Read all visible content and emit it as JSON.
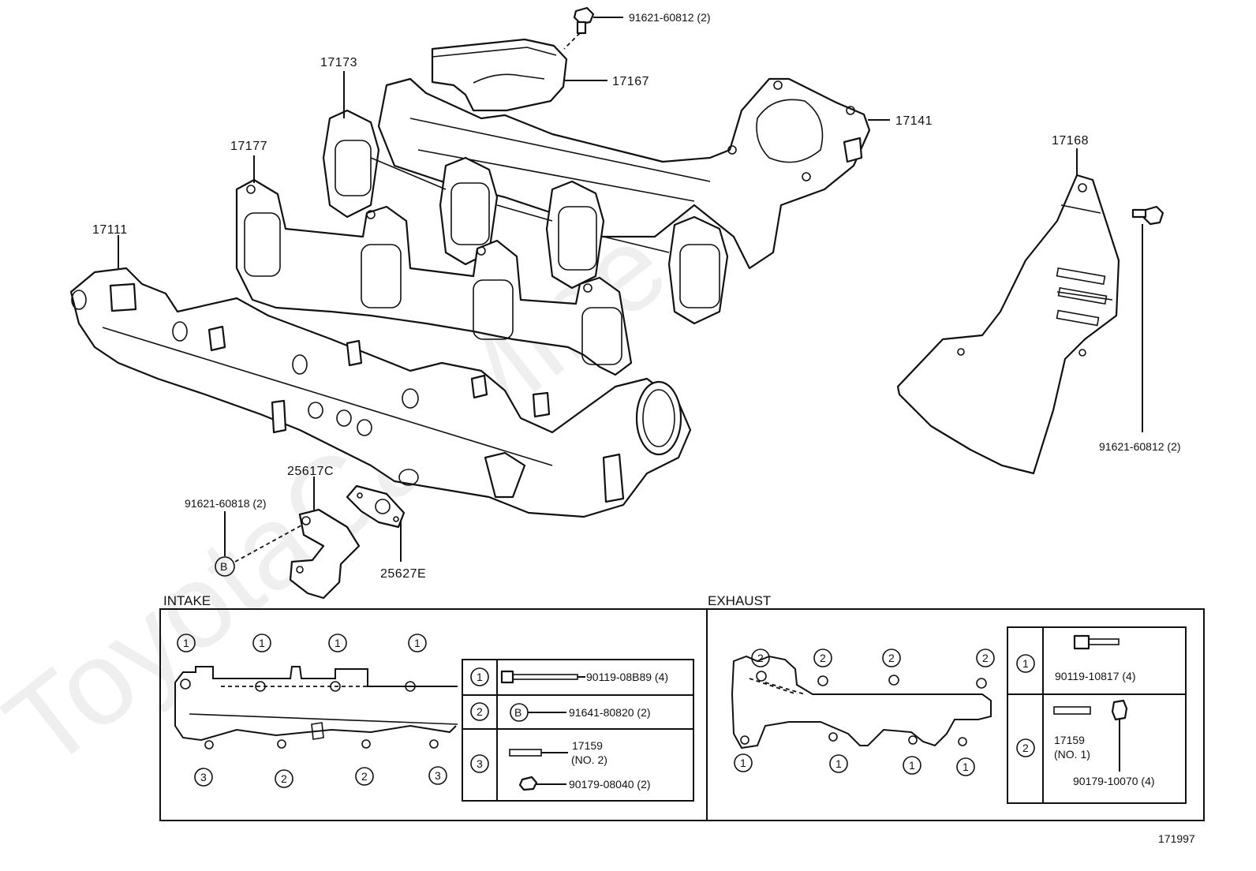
{
  "diagram_number": "171997",
  "watermark": "ToyotaCarMine.ru",
  "callouts": {
    "bolt_top": "91621-60812 (2)",
    "heat_insulator_top": "17167",
    "gasket_manifold_17173": "17173",
    "exhaust_manifold": "17141",
    "gasket_17177": "17177",
    "heat_insulator_right": "17168",
    "intake_manifold": "17111",
    "bolt_right": "91621-60812 (2)",
    "bracket": "25617C",
    "bolt_bracket": "91621-60818 (2)",
    "gasket_25627E": "25627E"
  },
  "markers": {
    "b": "B"
  },
  "intake": {
    "title": "INTAKE",
    "positions_top": [
      "1",
      "1",
      "1",
      "1"
    ],
    "positions_bottom": [
      "3",
      "2",
      "2",
      "3"
    ],
    "legend": [
      {
        "num": "1",
        "part": "90119-08B89 (4)"
      },
      {
        "num": "2",
        "marker": "B",
        "part": "91641-80820 (2)"
      },
      {
        "num": "3",
        "part_a": "17159",
        "part_a_note": "(NO. 2)",
        "part_b": "90179-08040 (2)"
      }
    ]
  },
  "exhaust": {
    "title": "EXHAUST",
    "positions_top": [
      "2",
      "2",
      "2",
      "2"
    ],
    "positions_bottom": [
      "1",
      "1",
      "1",
      "1"
    ],
    "legend": [
      {
        "num": "1",
        "part": "90119-10817 (4)"
      },
      {
        "num": "2",
        "part_a": "17159",
        "part_a_note": "(NO. 1)",
        "part_b": "90179-10070 (4)"
      }
    ]
  }
}
